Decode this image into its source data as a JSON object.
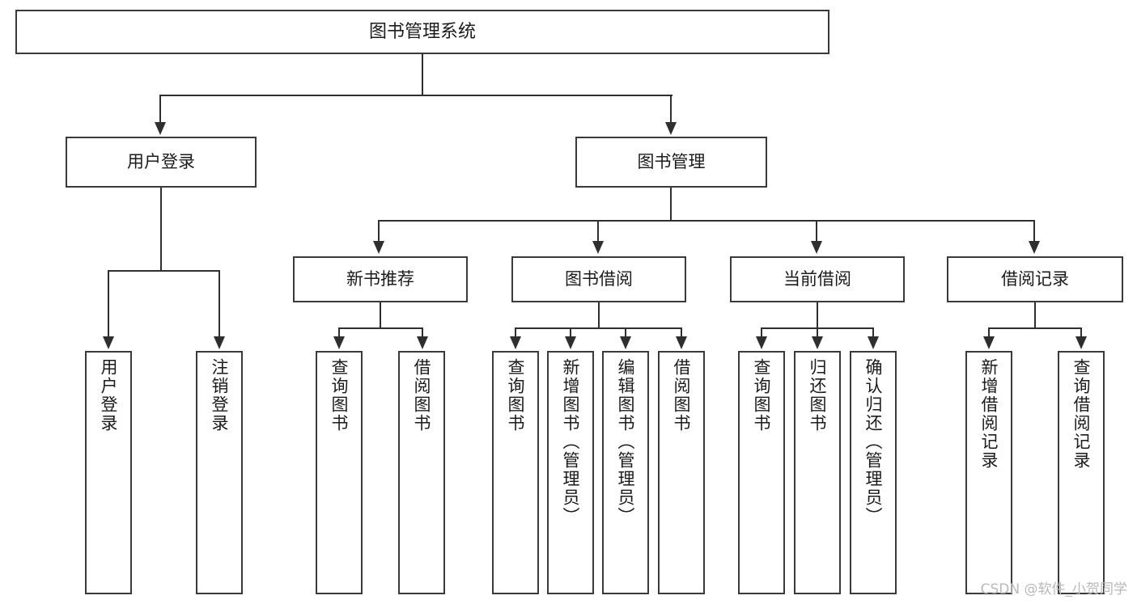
{
  "diagram": {
    "type": "hierarchy-tree",
    "title": "图书管理系统",
    "watermark": "CSDN @软件_小贺同学",
    "root": {
      "label": "图书管理系统"
    },
    "level2": [
      {
        "label": "用户登录"
      },
      {
        "label": "图书管理"
      }
    ],
    "level3": [
      {
        "label": "新书推荐"
      },
      {
        "label": "图书借阅"
      },
      {
        "label": "当前借阅"
      },
      {
        "label": "借阅记录"
      }
    ],
    "leaves": {
      "user_login": [
        {
          "label": "用户登录"
        },
        {
          "label": "注销登录"
        }
      ],
      "new_book": [
        {
          "label": "查询图书"
        },
        {
          "label": "借阅图书"
        }
      ],
      "book_borrow": [
        {
          "label": "查询图书"
        },
        {
          "label": "新增图书（管理员）"
        },
        {
          "label": "编辑图书（管理员）"
        },
        {
          "label": "借阅图书"
        }
      ],
      "current_borrow": [
        {
          "label": "查询图书"
        },
        {
          "label": "归还图书"
        },
        {
          "label": "确认归还（管理员）"
        }
      ],
      "borrow_record": [
        {
          "label": "新增借阅记录"
        },
        {
          "label": "查询借阅记录"
        }
      ]
    },
    "colors": {
      "box_border": "#3a3a3a",
      "connector": "#2f2f2f",
      "background": "#ffffff",
      "text": "#1b1b1b",
      "watermark": "#b9b9b9"
    }
  }
}
